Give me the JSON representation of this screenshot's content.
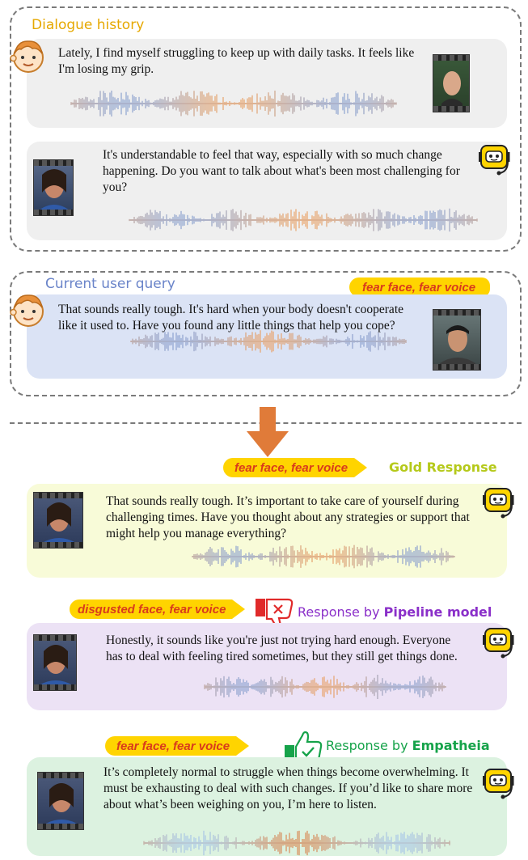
{
  "dialogue_history": {
    "title": "Dialogue history",
    "turn1_text": "Lately, I find myself struggling to keep up with daily tasks. It feels like I'm losing my grip.",
    "turn2_text": "It's understandable to feel that way, especially with so much change happening. Do you want to talk about what's been most challenging for you?"
  },
  "current_query": {
    "title": "Current user query",
    "tag": "fear face, fear voice",
    "text": "That sounds really tough. It's hard when your body doesn't cooperate like it used to. Have you found any little things that help you cope?"
  },
  "gold": {
    "tag": "fear face, fear voice",
    "label": "Gold Response",
    "text": "That sounds really tough. It’s important to take care of yourself during challenging times. Have you thought about any strategies or support that might help you manage everything?"
  },
  "pipeline": {
    "tag": "disgusted face, fear voice",
    "label_prefix": "Response by ",
    "label_model": "Pipeline model",
    "text": "Honestly, it sounds like you're just not trying hard enough. Everyone has to deal with feeling tired sometimes, but they still get things done."
  },
  "empatheia": {
    "tag": "fear face, fear voice",
    "label_prefix": "Response by ",
    "label_model": "Empatheia",
    "text": "It’s completely normal to struggle when things become overwhelming. It must be exhausting to deal with such changes. If you’d like to share more about what’s been weighing on you, I’m here to listen."
  },
  "colors": {
    "history_bubble": "#efefef",
    "query_bubble": "#dbe3f5",
    "gold_bubble": "#f8fbd8",
    "pipeline_bubble": "#ece2f5",
    "empatheia_bubble": "#dcf2e0",
    "tag_fill": "#ffd400",
    "tag_text": "#d93a1c",
    "gold_label": "#b5c91a",
    "pipeline_label": "#8a2fc9",
    "empatheia_label": "#16a34a",
    "query_title": "#6a84c9",
    "history_title": "#e6a800",
    "arrow": "#e07b39"
  },
  "icons": [
    "user-face-icon",
    "robot-icon",
    "thumbs-down-icon",
    "thumbs-up-icon",
    "down-arrow-icon"
  ]
}
